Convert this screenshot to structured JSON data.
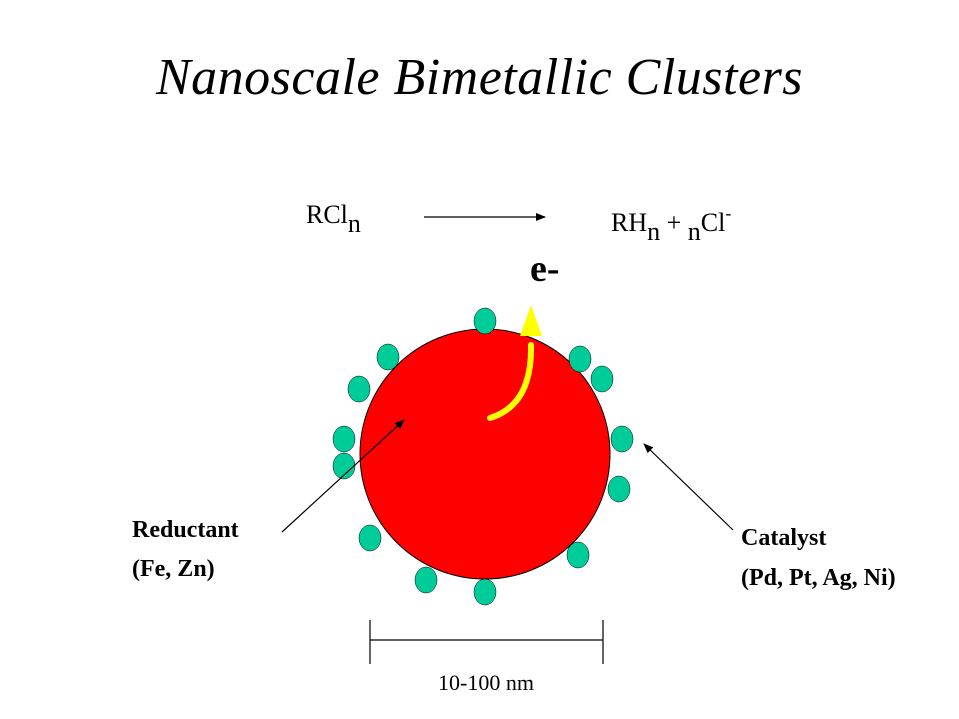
{
  "title": "Nanoscale Bimetallic Clusters",
  "reaction": {
    "reactant_base": "RCl",
    "reactant_sub": "n",
    "product_base": "RH",
    "product_sub": "n",
    "plus": " + ",
    "chloride_sub": "n",
    "chloride_base": "Cl",
    "chloride_sup": "-"
  },
  "electron_label": "e-",
  "labels": {
    "reductant_name": "Reductant",
    "reductant_examples": "(Fe, Zn)",
    "catalyst_name": "Catalyst",
    "catalyst_examples": "(Pd, Pt, Ag, Ni)"
  },
  "scale_label": "10-100 nm",
  "colors": {
    "core": "#ff0000",
    "catalyst_dot": "#00cc99",
    "electron_arrow": "#ffff00",
    "text": "#000000",
    "background": "#ffffff"
  }
}
